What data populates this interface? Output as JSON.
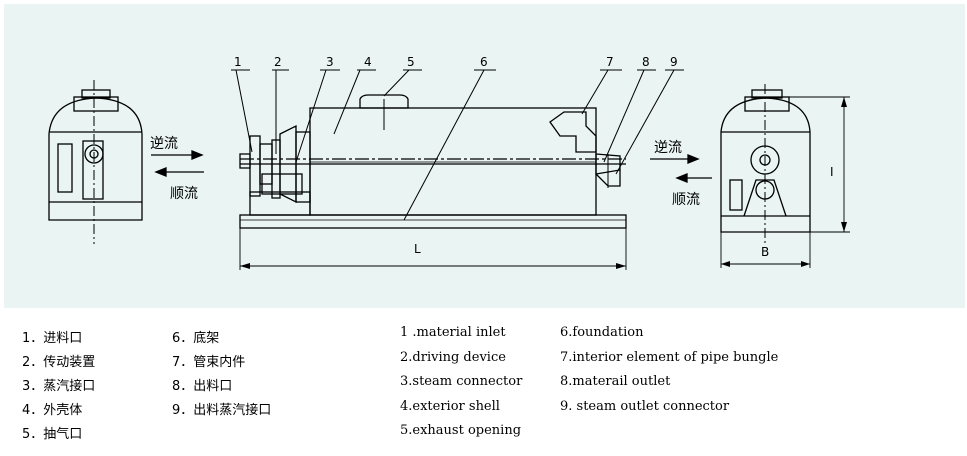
{
  "diagram": {
    "part_numbers": [
      "1",
      "2",
      "3",
      "4",
      "5",
      "6",
      "7",
      "8",
      "9"
    ],
    "left_flow": {
      "counter": "逆流",
      "co": "顺流"
    },
    "right_flow": {
      "counter": "逆流",
      "co": "顺流"
    },
    "dims": {
      "length": "L",
      "width": "B",
      "height": "I"
    }
  },
  "legend_cn_col1": [
    "1．进料口",
    "2．传动装置",
    "3．蒸汽接口",
    "4．外壳体",
    "5．抽气口"
  ],
  "legend_cn_col2": [
    "6．底架",
    "7．管束内件",
    "8．出料口",
    "9．出料蒸汽接口"
  ],
  "legend_en_col1": [
    "1 .material inlet",
    "2.driving device",
    "3.steam connector",
    "4.exterior shell",
    "5.exhaust opening"
  ],
  "legend_en_col2": [
    "6.foundation",
    "7.interior element of pipe bungle",
    "8.materail outlet",
    "9. steam outlet connector"
  ]
}
